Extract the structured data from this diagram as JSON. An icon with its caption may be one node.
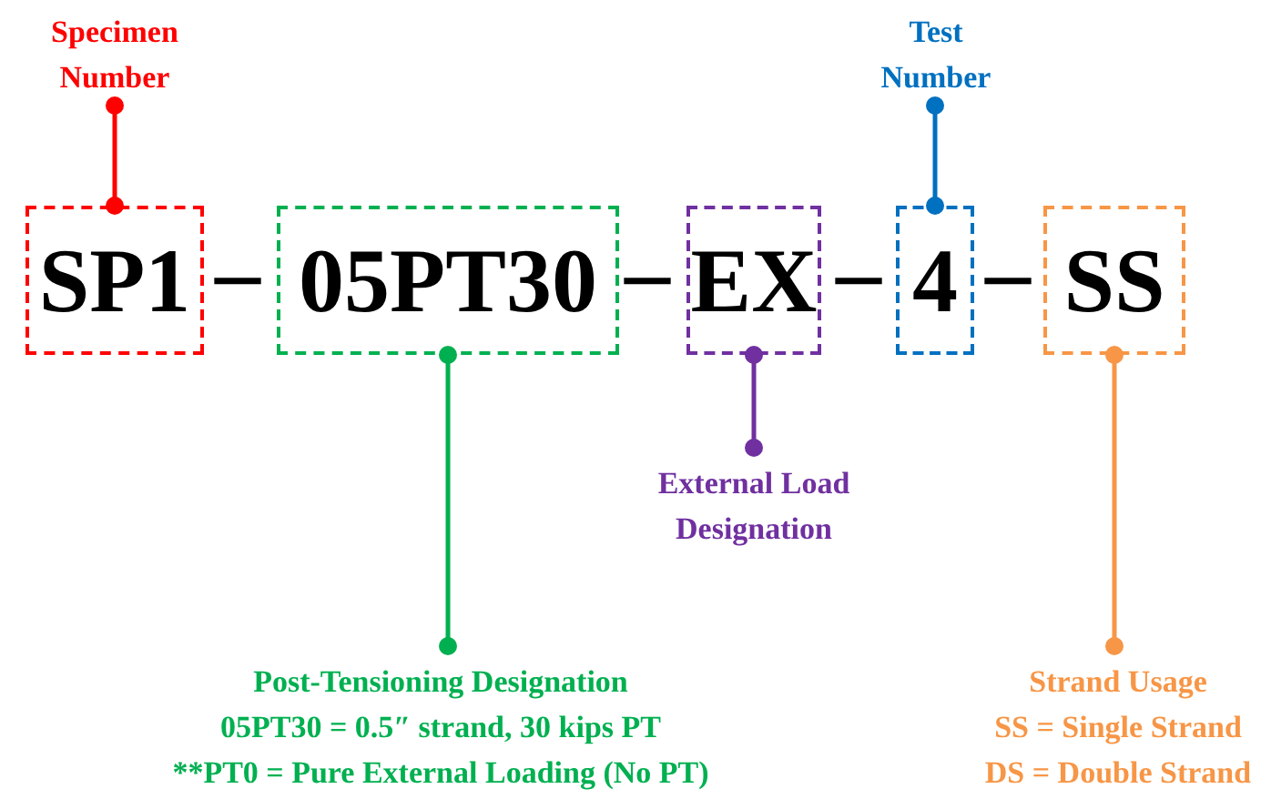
{
  "diagram": {
    "nodes": [
      {
        "text": [
          "SP1"
        ]
      },
      {
        "text": [
          "05PT30"
        ]
      },
      {
        "text": [
          "EX"
        ]
      },
      {
        "text": [
          "4"
        ]
      },
      {
        "text": [
          "SS"
        ]
      },
      {
        "text": [
          "Specimen Number"
        ]
      },
      {
        "text": [
          "Test Number"
        ]
      },
      {
        "text": [
          "External Load Designation"
        ]
      },
      {
        "text": [
          "Post-Tensioning Designation",
          "05PT30 = 0.5″ strand, 30 kips PT",
          "**PT0 = Pure External Loading (No PT)"
        ]
      },
      {
        "text": [
          "Strand Usage",
          "SS = Single Strand",
          "DS = Double Strand"
        ]
      }
    ],
    "edges": [
      {
        "from": 5,
        "to": 0,
        "arrow": "other",
        "color": "#ff0000"
      },
      {
        "from": 8,
        "to": 1,
        "arrow": "other",
        "color": "#00b050"
      },
      {
        "from": 7,
        "to": 2,
        "arrow": "other",
        "color": "#7030a0"
      },
      {
        "from": 6,
        "to": 3,
        "arrow": "other",
        "color": "#0070c0"
      },
      {
        "from": 9,
        "to": 4,
        "arrow": "other",
        "color": "#f79646"
      }
    ],
    "labels": [
      "–",
      "–",
      "–",
      "–"
    ]
  }
}
